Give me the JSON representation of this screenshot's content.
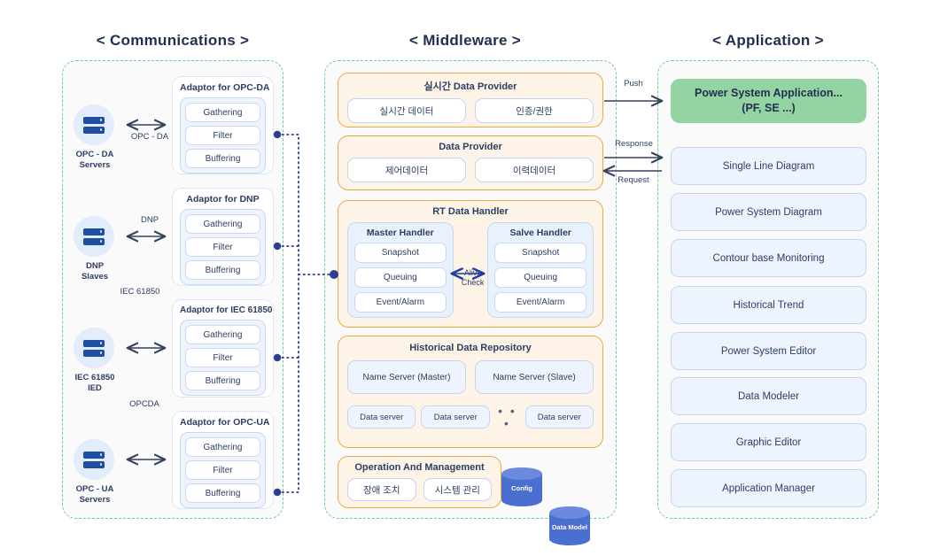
{
  "columns": {
    "communications": "< Communications >",
    "middleware": "< Middleware >",
    "application": "< Application >"
  },
  "communications": {
    "servers": [
      {
        "label": "OPC - DA\nServers",
        "protocol": "OPC - DA",
        "icon": "server-icon"
      },
      {
        "label": "DNP Slaves",
        "protocol": "DNP",
        "icon": "server-icon"
      },
      {
        "label": "IEC 61850\nIED",
        "protocol": "IEC 61850",
        "icon": "server-icon"
      },
      {
        "label": "OPC - UA\nServers",
        "protocol": "OPCDA",
        "icon": "server-icon"
      }
    ],
    "adaptors": [
      {
        "title": "Adaptor for OPC-DA",
        "cells": [
          "Gathering",
          "Filter",
          "Buffering"
        ]
      },
      {
        "title": "Adaptor for DNP",
        "cells": [
          "Gathering",
          "Filter",
          "Buffering"
        ]
      },
      {
        "title": "Adaptor for IEC 61850",
        "cells": [
          "Gathering",
          "Filter",
          "Buffering"
        ]
      },
      {
        "title": "Adaptor for OPC-UA",
        "cells": [
          "Gathering",
          "Filter",
          "Buffering"
        ]
      }
    ]
  },
  "middleware": {
    "realtime_provider": {
      "title": "실시간 Data Provider",
      "cells": [
        "실시간 데이터",
        "인증/권한"
      ]
    },
    "data_provider": {
      "title": "Data Provider",
      "cells": [
        "제어데이터",
        "이력데이터"
      ]
    },
    "rt_data_handler": {
      "title": "RT Data Handler",
      "alive_check": "Alive\nCheck",
      "handlers": [
        {
          "title": "Master Handler",
          "cells": [
            "Snapshot",
            "Queuing",
            "Event/Alarm"
          ]
        },
        {
          "title": "Salve Handler",
          "cells": [
            "Snapshot",
            "Queuing",
            "Event/Alarm"
          ]
        }
      ]
    },
    "historical_repository": {
      "title": "Historical Data Repository",
      "name_servers": [
        "Name Server (Master)",
        "Name Server (Slave)"
      ],
      "data_servers": [
        "Data server",
        "Data server",
        "Data server"
      ],
      "ellipsis": "• • •"
    },
    "operation_management": {
      "title": "Operation And Management",
      "cells": [
        "장애 조치",
        "시스템 관리"
      ]
    },
    "databases": [
      {
        "label": "Config"
      },
      {
        "label": "Data Model"
      }
    ]
  },
  "application": {
    "hero": "Power System Application...\n(PF, SE ...)",
    "items": [
      "Single Line Diagram",
      "Power System Diagram",
      "Contour base Monitoring",
      "Historical Trend",
      "Power System Editor",
      "Data Modeler",
      "Graphic Editor",
      "Application Manager"
    ]
  },
  "flows": {
    "push": "Push",
    "response": "Response",
    "request": "Request"
  },
  "colors": {
    "zone_border": "#6dc9a0",
    "middleware_group": "#f0a840",
    "middleware_fill": "#fdf4e7",
    "app_item": "#eef4fd",
    "app_hero": "#94d3a2",
    "accent_navy": "#2c3e63",
    "connector": "#2b3f91",
    "database": "#4a6fd0"
  }
}
